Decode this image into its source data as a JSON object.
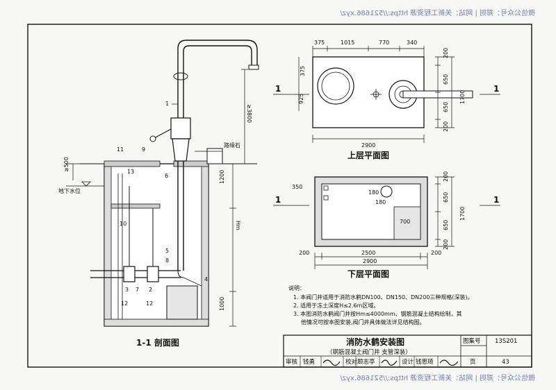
{
  "watermark_top": "微信公众号：郑则 | 网站：关新工程资源 https://521686.xyz/",
  "watermark_bottom": "微信公众号：郑则 | 网站：关新工程资源 https://521686.xyz/",
  "section_view": {
    "title": "1-1 剖面图",
    "labels": {
      "curb": "路缘石",
      "groundwater": "地下水位",
      "depth_symbol": "Hm"
    },
    "dims": {
      "top_height": "≥3800",
      "soil_cover": "≥500",
      "upper_depth": "1200",
      "bottom": "1000"
    },
    "callouts": [
      "1",
      "11",
      "9",
      "13",
      "6",
      "10",
      "5",
      "8",
      "4",
      "3",
      "7",
      "2",
      "12",
      "12"
    ]
  },
  "upper_plan": {
    "title": "上层平面图",
    "section_mark": "1",
    "top_dims": [
      "375",
      "1015",
      "770",
      "340"
    ],
    "left_dims": [
      "375",
      "925"
    ],
    "right_dims": [
      "200",
      "650",
      "650",
      "200"
    ],
    "right_total": "1700",
    "bottom_total": "2900"
  },
  "lower_plan": {
    "title": "下层平面图",
    "section_mark": "1",
    "dims_inner": [
      "350",
      "180",
      "180",
      "700"
    ],
    "right_dims": [
      "200",
      "650",
      "650",
      "200"
    ],
    "right_total": "1700",
    "bottom_dims": [
      "200",
      "2500",
      "200"
    ],
    "bottom_total": "2900"
  },
  "notes": {
    "heading": "说明：",
    "items": [
      "1. 本阀门井适用于消防水鹤DN100、DN150、DN200三种规格(深装)。",
      "2. 适用于冻土深度H≤2.6m区域。",
      "3. 本图消防水鹤阀门井按Hm≤4000mm、钢筋混凝土结构绘制，其",
      "他情况可按本图安装,阀门井具体做法详见结构图。"
    ]
  },
  "title_block": {
    "title": "消防水鹤安装图",
    "subtitle": "（钢筋混凝土阀门井 支管深装）",
    "atlas_label": "图集号",
    "atlas_no": "13S201",
    "row": [
      "审核",
      "钱勇",
      "",
      "校对",
      "顾志亭",
      "",
      "设计",
      "钱思琦",
      "",
      "页"
    ],
    "page_no": "43"
  }
}
